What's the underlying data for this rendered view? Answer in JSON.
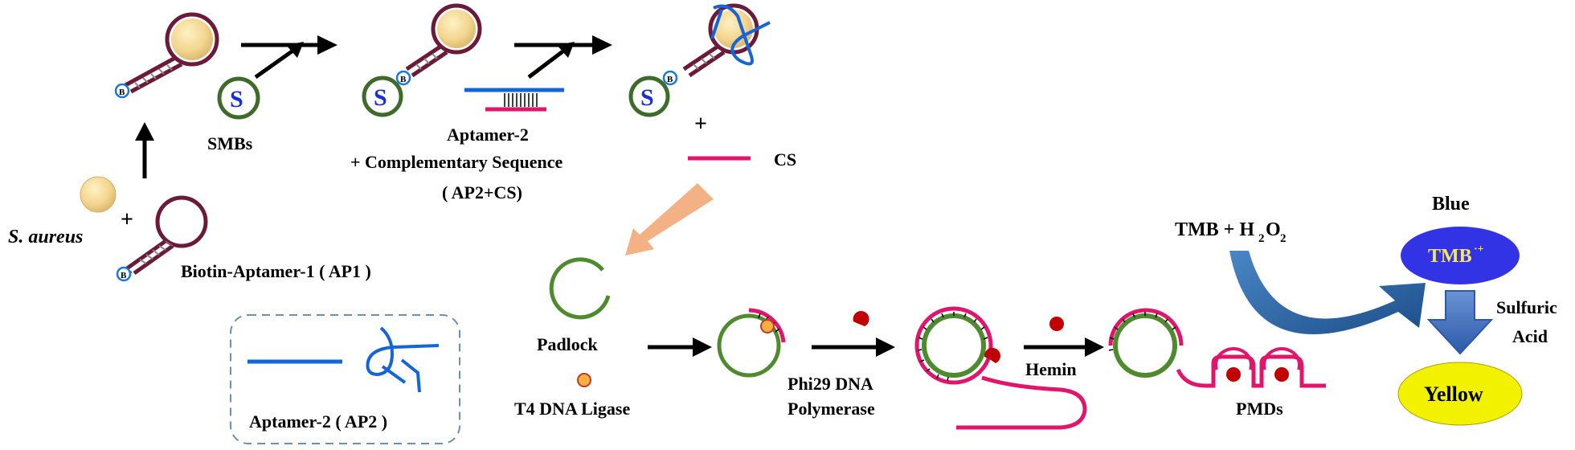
{
  "labels": {
    "s_aureus": "S. aureus",
    "plus_1": "+",
    "biotin_aptamer": "Biotin-Aptamer-1 ( AP1 )",
    "smbs": "SMBs",
    "s_letter": "S",
    "b_letter": "B",
    "aptamer2_cs_line1": "Aptamer-2",
    "aptamer2_cs_line2": "+ Complementary Sequence",
    "aptamer2_cs_line3": "( AP2+CS)",
    "plus_2": "+",
    "cs": "CS",
    "aptamer2_legend": "Aptamer-2 ( AP2 )",
    "padlock": "Padlock",
    "t4_ligase": "T4 DNA Ligase",
    "phi29_line1": "Phi29 DNA",
    "phi29_line2": "Polymerase",
    "hemin": "Hemin",
    "pmds": "PMDs",
    "tmb_h2o2": "TMB + H",
    "sub2": "2",
    "o_letter": "O",
    "sub2b": "2",
    "blue": "Blue",
    "tmb_radical": "TMB",
    "radical_sup": "·+",
    "sulfuric_1": "Sulfuric",
    "sulfuric_2": "Acid",
    "yellow": "Yellow"
  },
  "colors": {
    "aptamer1_maroon": "#6b1a3a",
    "bead_tan": "#f3d690",
    "smb_green": "#3d6b2a",
    "smb_text_blue": "#1a2fd6",
    "aptamer2_blue": "#1565d8",
    "cs_pink": "#e0156b",
    "padlock_green": "#4e8a2e",
    "arrow_orange": "#f4b183",
    "hemin_red": "#c00000",
    "tmb_blue_ellipse": "#3333e6",
    "tmb_text_yellow": "#f5e66a",
    "yellow_ellipse": "#f2f200",
    "dashed_box": "#6a8fb8",
    "curved_arrow_blue": "#2e6db0",
    "down_arrow_blue": "#4472c4"
  }
}
